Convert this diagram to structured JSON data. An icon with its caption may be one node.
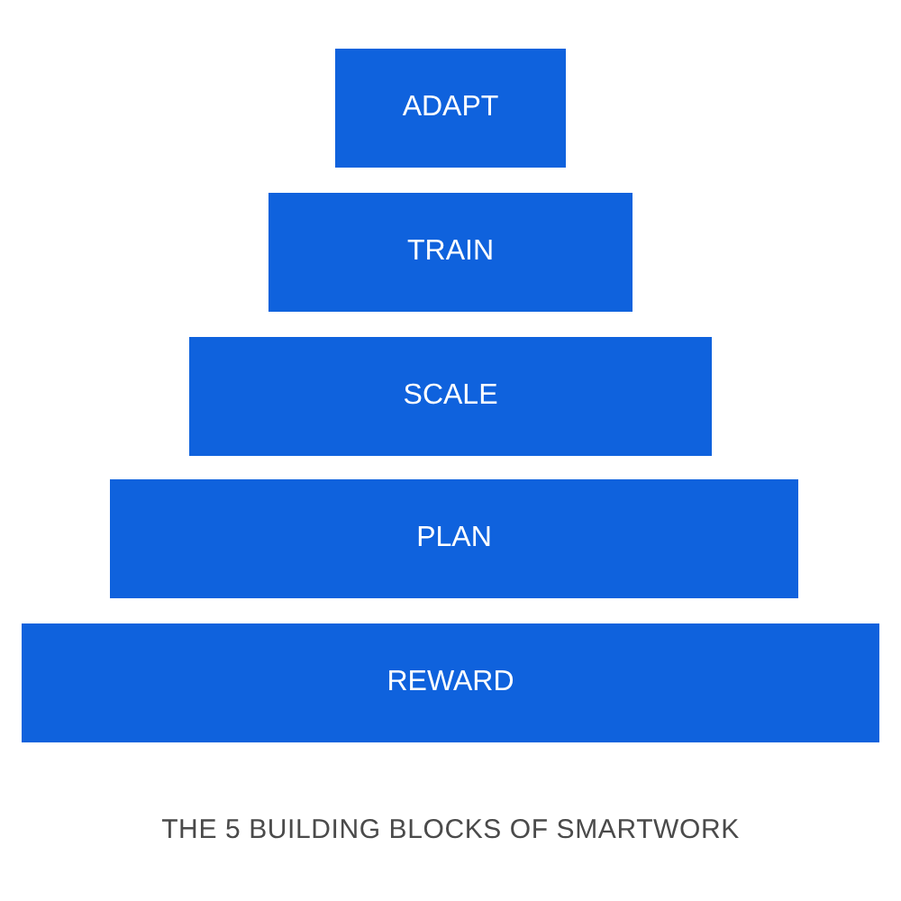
{
  "diagram": {
    "caption": "THE 5 BUILDING BLOCKS OF SMARTWORK",
    "nodes": [
      {
        "text": [
          "ADAPT"
        ]
      },
      {
        "text": [
          "TRAIN"
        ]
      },
      {
        "text": [
          "SCALE"
        ]
      },
      {
        "text": [
          "PLAN"
        ]
      },
      {
        "text": [
          "REWARD"
        ]
      }
    ]
  }
}
